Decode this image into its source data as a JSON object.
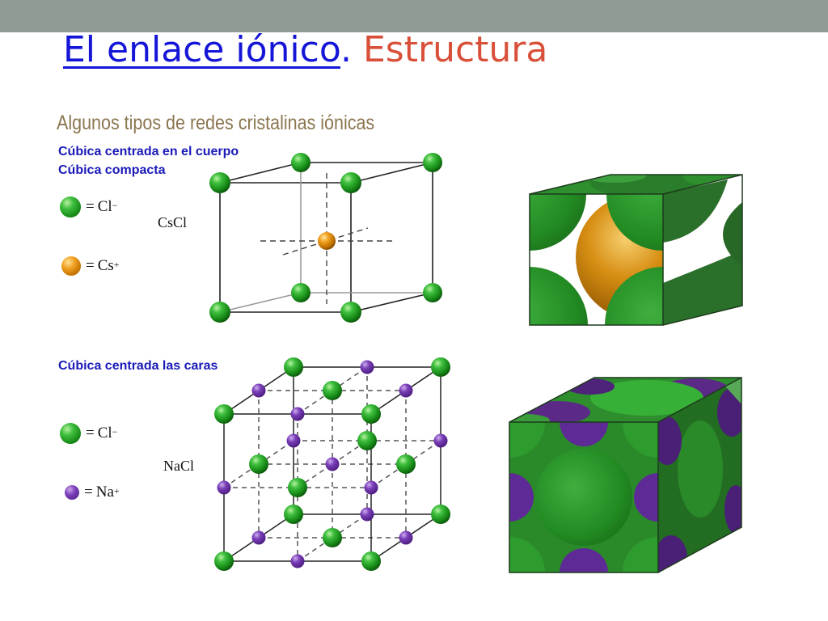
{
  "header": {
    "title_link": "El enlace iónico",
    "title_dot": ".",
    "title_rest": "Estructura"
  },
  "subtitle": "Algunos tipos de redes cristalinas iónicas",
  "csc": {
    "label_line1": "Cúbica centrada en el cuerpo",
    "label_line2": "Cúbica compacta",
    "formula": "CsCl",
    "legend_cl_text": "Cl",
    "legend_cl_charge": "−",
    "legend_cs_text": "Cs",
    "legend_cs_charge": "+"
  },
  "fcc": {
    "label": "Cúbica centrada las caras",
    "formula": "NaCl",
    "legend_cl_text": "Cl",
    "legend_cl_charge": "−",
    "legend_na_text": "Na",
    "legend_na_charge": "+"
  },
  "legend_equals": "=",
  "colors": {
    "title_blue": "#1515d8",
    "title_red": "#d9503a",
    "subtitle_brown": "#8b7650",
    "label_blue": "#1a1ab8",
    "chlorine_green": "#2e9e2e",
    "cesium_orange": "#e09010",
    "sodium_purple": "#5e2a96"
  },
  "icons": {
    "chlorine": "green-sphere",
    "cesium": "orange-sphere",
    "sodium": "purple-sphere"
  }
}
